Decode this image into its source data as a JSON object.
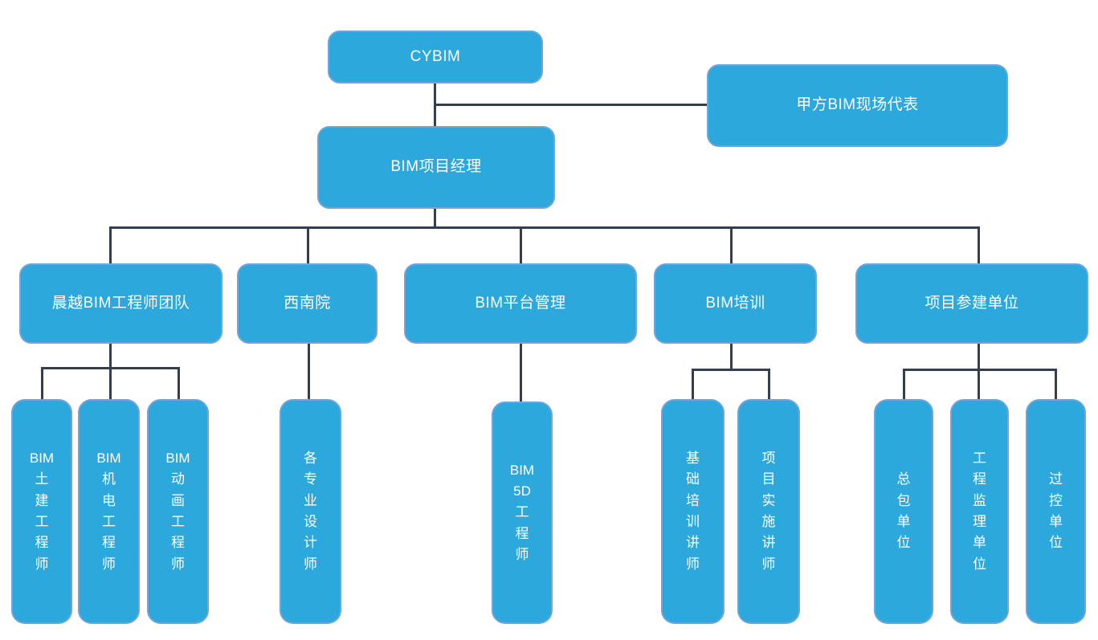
{
  "colors": {
    "node_fill": "#2CA8DC",
    "node_border": "#6FA4DC",
    "node_text": "#FFFFFF",
    "connector": "#333E4F",
    "page_bg": "#FFFFFF"
  },
  "nodes": {
    "cybim": {
      "label": "CYBIM"
    },
    "owner_rep": {
      "label": "甲方BIM现场代表"
    },
    "pm": {
      "label": "BIM项目经理"
    },
    "team": {
      "label": "晨越BIM工程师团队"
    },
    "swi": {
      "label": "西南院"
    },
    "platform": {
      "label": "BIM平台管理"
    },
    "training": {
      "label": "BIM培训"
    },
    "participants": {
      "label": "项目参建单位"
    },
    "civil": {
      "label": "BIM土建工程师",
      "display": "BIM\n土\n建\n工\n程\n师"
    },
    "mep": {
      "label": "BIM机电工程师",
      "display": "BIM\n机\n电\n工\n程\n师"
    },
    "anim": {
      "label": "BIM动画工程师",
      "display": "BIM\n动\n画\n工\n程\n师"
    },
    "designers": {
      "label": "各专业设计师",
      "display": "各\n专\n业\n设\n计\n师"
    },
    "bim5d": {
      "label": "BIM 5D工程师",
      "display": "BIM\n5D\n工\n程\n师"
    },
    "basic_trainer": {
      "label": "基础培训讲师",
      "display": "基\n础\n培\n训\n讲\n师"
    },
    "impl_trainer": {
      "label": "项目实施讲师",
      "display": "项\n目\n实\n施\n讲\n师"
    },
    "gc": {
      "label": "总包单位",
      "display": "总\n包\n单\n位"
    },
    "supervision": {
      "label": "工程监理单位",
      "display": "工\n程\n监\n理\n单\n位"
    },
    "control": {
      "label": "过控单位",
      "display": "过\n控\n单\n位"
    }
  },
  "relations": [
    {
      "parent": "CYBIM",
      "children": [
        "甲方BIM现场代表",
        "BIM项目经理"
      ]
    },
    {
      "parent": "BIM项目经理",
      "children": [
        "晨越BIM工程师团队",
        "西南院",
        "BIM平台管理",
        "BIM培训",
        "项目参建单位"
      ]
    },
    {
      "parent": "晨越BIM工程师团队",
      "children": [
        "BIM土建工程师",
        "BIM机电工程师",
        "BIM动画工程师"
      ]
    },
    {
      "parent": "西南院",
      "children": [
        "各专业设计师"
      ]
    },
    {
      "parent": "BIM平台管理",
      "children": [
        "BIM 5D工程师"
      ]
    },
    {
      "parent": "BIM培训",
      "children": [
        "基础培训讲师",
        "项目实施讲师"
      ]
    },
    {
      "parent": "项目参建单位",
      "children": [
        "总包单位",
        "工程监理单位",
        "过控单位"
      ]
    }
  ]
}
